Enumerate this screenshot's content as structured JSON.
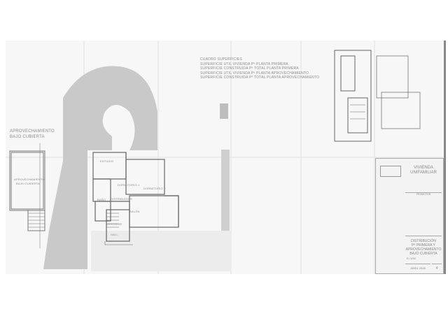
{
  "sheet": {
    "surface_table": {
      "title": "Cuadro superficies",
      "rows": [
        "Superficie util vivienda Pª Planta primera",
        "Superficie construida Pª total planta primera",
        "Superficie util vivienda Pª planta aprovechamiento",
        "Superficie construida Pª total planta aprovechamiento"
      ]
    },
    "left_plan": {
      "title_line1": "Aprovechamiento",
      "title_line2": "bajo cubierta",
      "room_label": "Aprovechamiento bajo cubierta"
    },
    "center_plan": {
      "rooms": [
        "Estudio",
        "Dormitorio 1",
        "Dormitorio 2",
        "Baño",
        "Distribuidor",
        "Vestidor",
        "Hall",
        "Salón"
      ]
    },
    "title_block": {
      "project_line1": "Vivienda",
      "project_line2": "unifamiliar",
      "owner": "Promotor",
      "drawing_line1": "Distribución",
      "drawing_line2": "Pª primera y",
      "drawing_line3": "aprovechamiento",
      "drawing_line4": "bajo cubierta",
      "scale": "E=1/50",
      "date": "Abril 2008",
      "sheet_number": "4"
    }
  }
}
